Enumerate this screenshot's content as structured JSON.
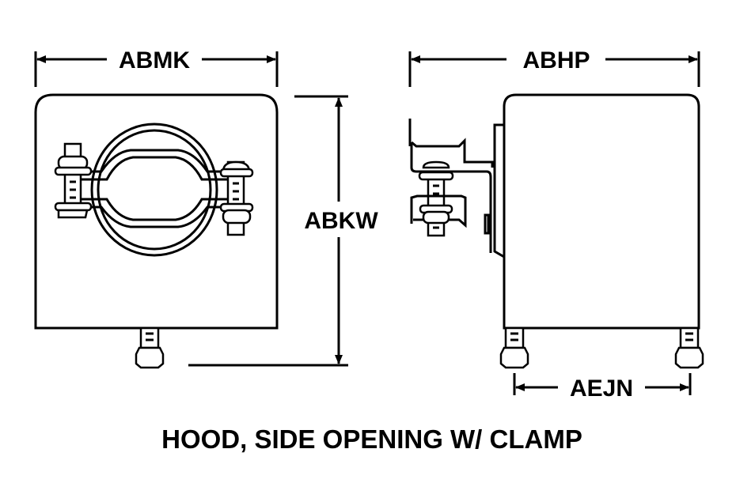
{
  "dimensions": {
    "width_front": "ABMK",
    "width_side": "ABHP",
    "height": "ABKW",
    "foot_spacing": "AEJN"
  },
  "title": "HOOD, SIDE OPENING W/ CLAMP",
  "colors": {
    "line": "#000000",
    "background": "#ffffff"
  }
}
